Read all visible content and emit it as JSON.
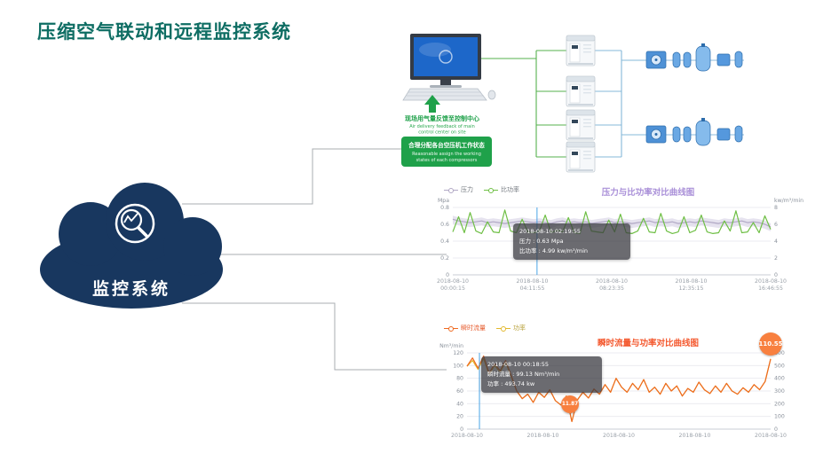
{
  "page": {
    "title": "压缩空气联动和远程监控系统"
  },
  "cloud": {
    "label": "监控系统",
    "color": "#18375f"
  },
  "diagram": {
    "feedback_cn": "现场用气量反馈至控制中心",
    "feedback_en_line1": "Air delivery feedback of main",
    "feedback_en_line2": "control center on site",
    "assign_cn": "合理分配各台空压机工作状态",
    "assign_en_line1": "Reasonable assign the working",
    "assign_en_line2": "states of each compressors"
  },
  "chart_data": [
    {
      "type": "line",
      "title": "压力与比功率对比曲线图",
      "title_color": "#a98fd8",
      "legend": [
        {
          "label": "压力",
          "color": "#b1a8c5",
          "label_color": "#73787f"
        },
        {
          "label": "比功率",
          "color": "#6fbf45",
          "label_color": "#73787f"
        }
      ],
      "y_left": {
        "unit": "Mpa",
        "min": 0,
        "max": 0.8,
        "ticks": [
          0.8,
          0.6,
          0.4,
          0.2,
          0
        ]
      },
      "y_right": {
        "unit": "kw/m³/min",
        "min": 0,
        "max": 8,
        "ticks": [
          8,
          6,
          4,
          2,
          0
        ]
      },
      "x_labels": [
        [
          "2018-08-10",
          "00:00:15"
        ],
        [
          "2018-08-10",
          "04:11:55"
        ],
        [
          "2018-08-10",
          "08:23:35"
        ],
        [
          "2018-08-10",
          "12:35:15"
        ],
        [
          "2018-08-10",
          "16:46:55"
        ]
      ],
      "series": [
        {
          "name": "压力",
          "axis": "left",
          "color": "#b1a8c5",
          "band": true,
          "band_color": "#ded9ea",
          "values": [
            0.66,
            0.64,
            0.63,
            0.62,
            0.63,
            0.64,
            0.62,
            0.63,
            0.62,
            0.61,
            0.62,
            0.63,
            0.64,
            0.63,
            0.62,
            0.63,
            0.62,
            0.61,
            0.63,
            0.64,
            0.62,
            0.63,
            0.62,
            0.63,
            0.61,
            0.62,
            0.63,
            0.64,
            0.62,
            0.63,
            0.62,
            0.61,
            0.62,
            0.63,
            0.64,
            0.62,
            0.63,
            0.62,
            0.63,
            0.61,
            0.62,
            0.63,
            0.62,
            0.64,
            0.63,
            0.62,
            0.61,
            0.63,
            0.62,
            0.63,
            0.64,
            0.62,
            0.63,
            0.62,
            0.6,
            0.57
          ]
        },
        {
          "name": "比功率",
          "axis": "right",
          "color": "#6fbf45",
          "values": [
            5.1,
            6.9,
            5.0,
            7.4,
            5.2,
            4.9,
            6.3,
            5.1,
            5.0,
            7.7,
            5.2,
            5.0,
            6.6,
            5.1,
            4.99,
            5.2,
            7.1,
            5.0,
            5.3,
            5.1,
            6.8,
            5.0,
            4.9,
            7.5,
            5.2,
            5.1,
            5.0,
            6.5,
            5.1,
            7.2,
            5.0,
            4.9,
            5.2,
            6.7,
            5.1,
            5.0,
            7.3,
            5.2,
            4.9,
            5.1,
            6.9,
            5.0,
            5.3,
            7.1,
            5.1,
            4.9,
            5.0,
            6.4,
            5.2,
            7.6,
            5.0,
            5.1,
            6.2,
            5.0,
            7.0,
            5.4
          ]
        }
      ],
      "cursor_x_fraction": 0.265,
      "tooltip": {
        "lines": [
          "2018-08-10 02:19:55",
          "压力 : 0.63 Mpa",
          "比功率 : 4.99 kw/m³/min"
        ]
      }
    },
    {
      "type": "line",
      "title": "瞬时流量与功率对比曲线图",
      "title_color": "#f4582e",
      "legend": [
        {
          "label": "瞬时流量",
          "color": "#ee6a21",
          "label_color": "#e65b2d"
        },
        {
          "label": "功率",
          "color": "#e3b92d",
          "label_color": "#b8a23c"
        }
      ],
      "y_left": {
        "unit": "Nm³/min",
        "min": 0,
        "max": 120,
        "ticks": [
          120,
          100,
          80,
          60,
          40,
          20,
          0
        ]
      },
      "y_right": {
        "unit": "",
        "min": 0,
        "max": 600,
        "ticks": [
          600,
          500,
          400,
          300,
          200,
          100,
          0
        ]
      },
      "x_labels": [
        [
          "2018-08-10"
        ],
        [
          "2018-08-10"
        ],
        [
          "2018-08-10"
        ],
        [
          "2018-08-10"
        ],
        [
          "2018-08-10"
        ]
      ],
      "series": [
        {
          "name": "功率",
          "axis": "right",
          "color": "#e3b92d",
          "values": [
            493.74,
            540,
            470,
            555,
            430,
            500,
            450,
            525,
            415,
            300,
            240,
            275,
            210,
            290,
            250,
            310,
            225,
            190,
            260,
            60,
            230,
            290,
            245,
            315,
            275,
            350,
            290,
            400,
            330,
            290,
            360,
            310,
            390,
            290,
            330,
            275,
            360,
            300,
            340,
            260,
            320,
            290,
            370,
            310,
            280,
            340,
            290,
            360,
            300,
            275,
            325,
            290,
            350,
            310,
            375,
            552
          ]
        },
        {
          "name": "瞬时流量",
          "axis": "left",
          "color": "#ee6a21",
          "values": [
            99.13,
            112,
            96,
            115,
            88,
            103,
            92,
            108,
            85,
            60,
            48,
            55,
            42,
            58,
            50,
            62,
            45,
            38,
            52,
            11.87,
            46,
            58,
            49,
            63,
            55,
            70,
            58,
            80,
            66,
            58,
            72,
            62,
            78,
            58,
            66,
            55,
            72,
            60,
            68,
            52,
            64,
            58,
            74,
            62,
            56,
            68,
            58,
            72,
            60,
            55,
            65,
            58,
            70,
            62,
            75,
            110.55
          ]
        }
      ],
      "cursor_x_fraction": 0.041,
      "tooltip": {
        "lines": [
          "2018-08-10 00:18:55",
          "瞬时流量 : 99.13 Nm³/min",
          "功率 : 493.74 kw"
        ]
      },
      "max_point_label": "110.55",
      "min_point_label": "11.87"
    }
  ]
}
